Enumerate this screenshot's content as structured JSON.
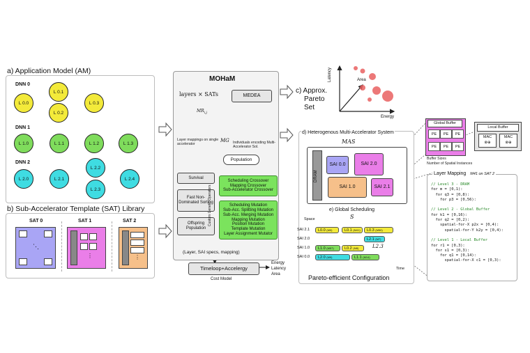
{
  "am": {
    "title": "a) Application Model (AM)",
    "dnn0": {
      "label": "DNN 0",
      "nodes": [
        "L 0.0",
        "L 0.1",
        "L 0.2",
        "L 0.3"
      ]
    },
    "dnn1": {
      "label": "DNN 1",
      "nodes": [
        "L 1.0",
        "L 1.1",
        "L 1.2",
        "L 1.3"
      ]
    },
    "dnn2": {
      "label": "DNN 2",
      "nodes": [
        "L 2.0",
        "L 2.1",
        "L 2.2",
        "L 2.3",
        "L 2.4"
      ]
    }
  },
  "sat": {
    "title": "b) Sub-Accelerator Template (SAT) Library",
    "labels": [
      "SAT 0",
      "SAT 1",
      "SAT 2"
    ]
  },
  "moham": {
    "title": "MOHaM",
    "layers_sats": "layers × SATs",
    "medea": "MEDEA",
    "mr": "MR",
    "mr_sub": "i,j",
    "layer_mappings": "Layer mappings on single accelerator",
    "mg": "MG",
    "individuals": "Individuals encoding Multi-Accelerator Sol.",
    "population": "Population",
    "survival": "Survival",
    "fast_sorting": "Fast Non-Dominated Sorting",
    "offspring": "Offspring Population",
    "operators_label": "Custom Genetic Operators",
    "crossover_lines": [
      "Scheduling Crossover",
      "Mapping Crossover",
      "Sub-Accelerator Crossover"
    ],
    "mutation_lines": [
      "Scheduling Mutation",
      "Sub-Acc. Splitting Mutation",
      "Sub-Acc. Merging Mutation",
      "Mapping Mutation",
      "Position Mutation",
      "Template Mutation",
      "Layer Assignment Mutator"
    ],
    "inputs": "(Layer, SAI specs, mapping)",
    "cost_tool": "Timeloop+Accelergy",
    "cost_model": "Cost Model",
    "outputs": [
      "Energy",
      "Latency",
      "Area"
    ]
  },
  "pareto": {
    "title_lines": [
      "c) Approx.",
      "Pareto",
      "Set"
    ],
    "axes": [
      "Latency",
      "Area",
      "Energy"
    ]
  },
  "mas": {
    "title": "d) Heterogenous Multi-Accelerator System",
    "symbol": "MAS",
    "dram": "DRAM",
    "sais": [
      "SAI 0.0",
      "SAI 2.0",
      "SAI 1.0",
      "SAI 2.1"
    ],
    "global_buffer": "Global Buffer",
    "pe": "PE",
    "local_buffer": "Local Buffer",
    "mac": "MAC",
    "buffer_sizes": "Buffer Sizes",
    "spatial_instances": "Number of Spatial Instances",
    "config_title": "Pareto-efficient Configuration"
  },
  "sched": {
    "title": "e) Global Scheduling",
    "symbol": "S",
    "ylabel": "Space",
    "xlabel": "Time",
    "rows": [
      "SAI 2.1",
      "SAI 2.0",
      "SAI 1.0",
      "SAI 0.0"
    ],
    "tasks": [
      {
        "label": "L0.0",
        "tag": "(M0)"
      },
      {
        "label": "L0.1",
        "tag": "(M41)"
      },
      {
        "label": "L0.3",
        "tag": "(M50)"
      },
      {
        "label": "L2.1",
        "tag": "(M7)"
      },
      {
        "label": "L1.0",
        "tag": "(M57)"
      },
      {
        "label": "L0.2",
        "tag": "(M8)"
      },
      {
        "label": "L2.0",
        "tag": "(M9)"
      },
      {
        "label": "L1.1",
        "tag": "(M14)"
      }
    ],
    "cursive": "L2.3"
  },
  "mapping": {
    "title": "Layer Mapping",
    "sub": "M41 on SAT 2",
    "code": [
      "// Level 3 - DRAM",
      "for m = [0,1):",
      "  for q3 = [0,8):",
      "    for p3 = [0,56):",
      "",
      "// Level 2 - Global Buffer",
      "for k1 = [0,16):",
      "  for q2 = [0,2):",
      "    spatial-for-X p2x = [0,4):",
      "      spatial-for-Y k2y = [0,4):",
      "",
      "// Level 1 - Local Buffer",
      "for r1 = [0,3):",
      "  for s1 = [0,3):",
      "    for q1 = [0,14):",
      "      spatial-for-X c1 = [0,3):"
    ]
  },
  "colors": {
    "yellow": "#f3ea3a",
    "green": "#7fdc5c",
    "cyan": "#3fdce2",
    "pink": "#ea7ee8",
    "purple": "#a9a5f5",
    "orange": "#f6c08a",
    "red": "#e96060"
  }
}
